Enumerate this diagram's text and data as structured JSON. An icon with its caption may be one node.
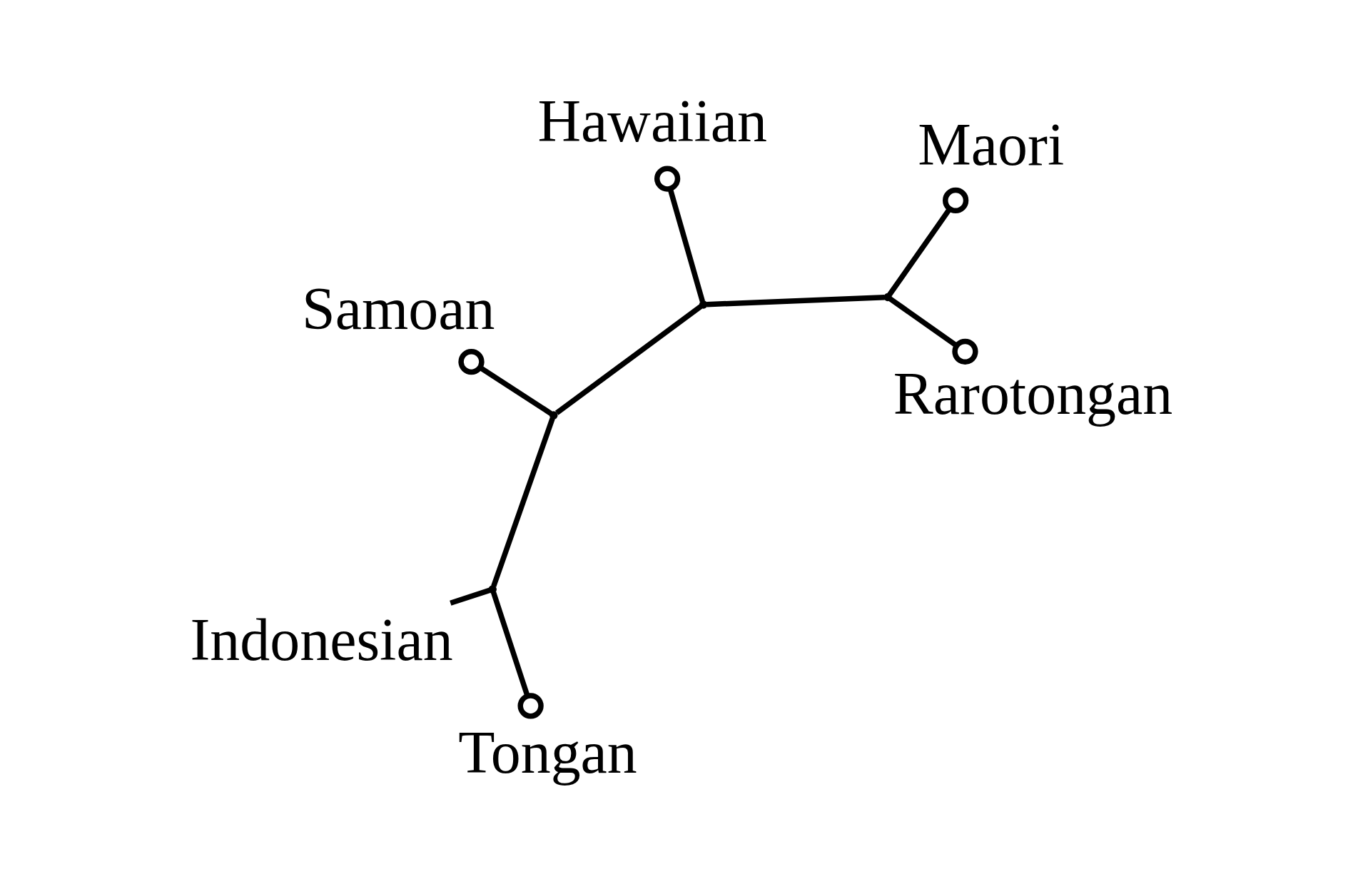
{
  "diagram": {
    "nodes": [
      {
        "text": [
          "Indonesian"
        ]
      },
      {
        "text": [
          "Rarotongan"
        ]
      },
      {
        "text": [
          "Tongan"
        ]
      },
      {
        "text": [
          "Maori"
        ]
      },
      {
        "text": [
          "Samoan"
        ]
      },
      {
        "text": [
          "Hawaiian"
        ]
      },
      {
        "text": [],
        "shape": "point"
      },
      {
        "text": [],
        "shape": "point"
      },
      {
        "text": [],
        "shape": "point"
      },
      {
        "text": [],
        "shape": "point"
      }
    ],
    "edges": [
      {
        "from": 7,
        "to": 1,
        "arrow": "other"
      },
      {
        "from": 7,
        "to": 3,
        "arrow": "other"
      },
      {
        "from": 7,
        "to": 9,
        "arrow": "none"
      },
      {
        "from": 9,
        "to": 5,
        "arrow": "other"
      },
      {
        "from": 9,
        "to": 8,
        "arrow": "none"
      },
      {
        "from": 8,
        "to": 4,
        "arrow": "other"
      },
      {
        "from": 8,
        "to": 6,
        "arrow": "none"
      },
      {
        "from": 6,
        "to": 2,
        "arrow": "other"
      },
      {
        "from": 6,
        "to": 0,
        "arrow": "none"
      }
    ]
  }
}
